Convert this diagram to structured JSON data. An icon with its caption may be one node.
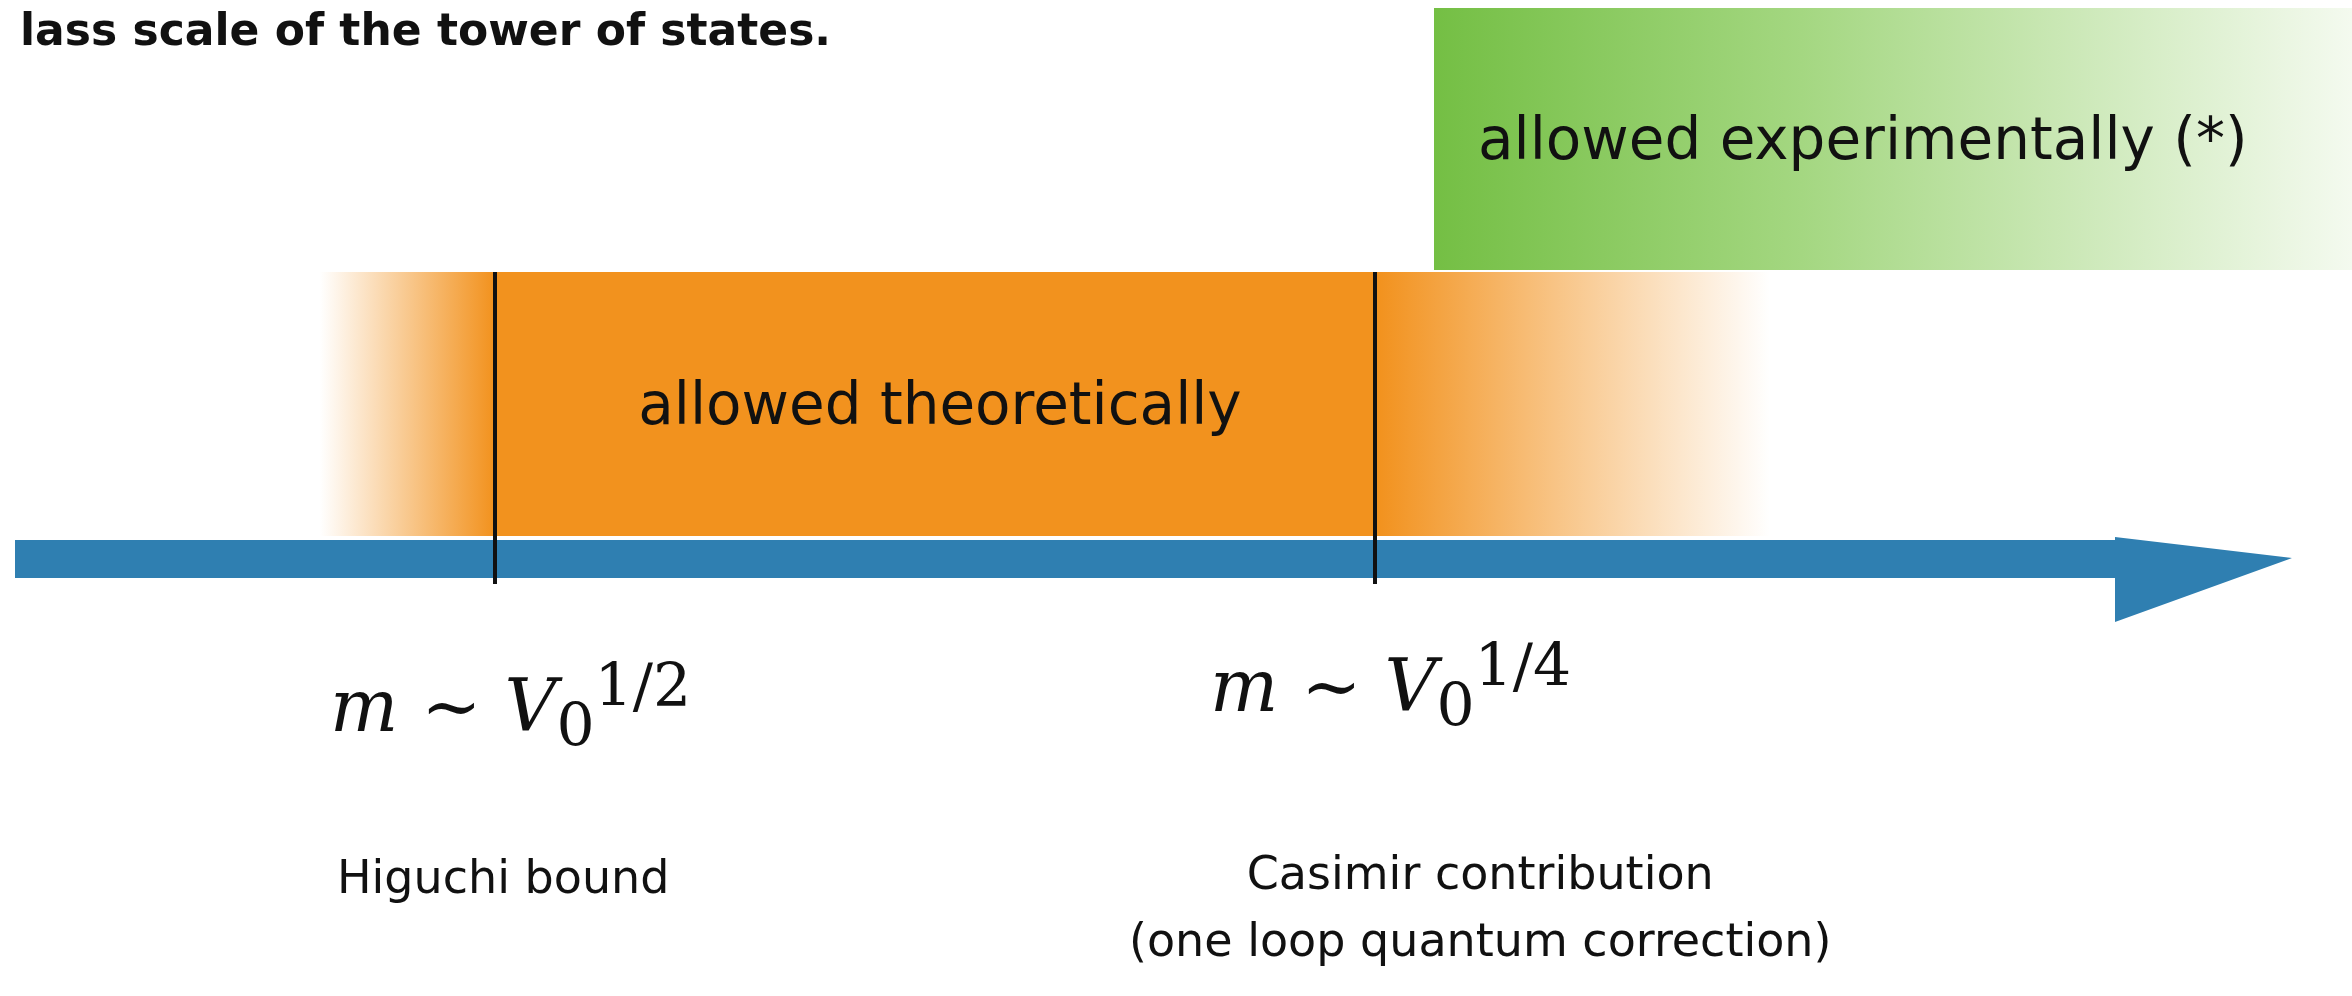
{
  "diagram": {
    "nodes": [
      {
        "text": [
          "allowed experimentally (*)"
        ]
      },
      {
        "text": [
          "allowed theoretically"
        ]
      }
    ],
    "labels": [
      "lass scale of the tower of states.",
      "*m* ∼ *V*$_{0}$$^{1/2}$",
      "Higuchi bound",
      "*m* ∼ *V*$_{0}$$^{1/4}$",
      "Casimir contribution (one loop quantum correction)"
    ]
  }
}
